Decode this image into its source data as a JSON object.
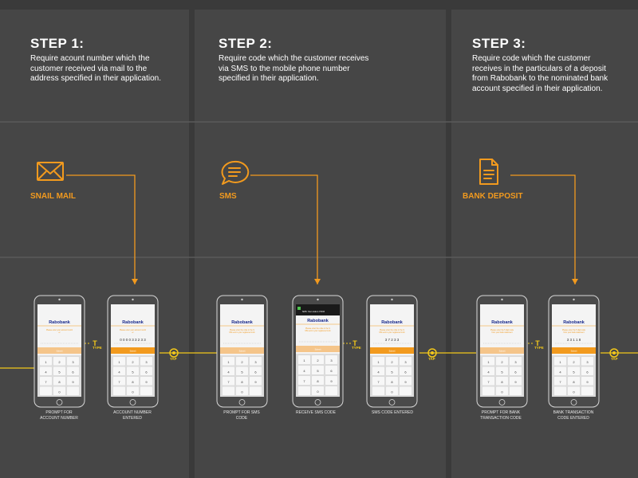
{
  "steps": [
    {
      "title": "STEP 1:",
      "description": [
        "Require acount number which the",
        "customer received via mail to the",
        "address specified in their application."
      ],
      "category": "SNAIL MAIL",
      "icon": "envelope-icon"
    },
    {
      "title": "STEP 2:",
      "description": [
        "Require code which the customer receives",
        "via SMS to the mobile phone number",
        "specified in their application."
      ],
      "category": "SMS",
      "icon": "chat-bubble-icon"
    },
    {
      "title": "STEP 3:",
      "description": [
        "Require code which the customer",
        "receives in the particulars of a deposit",
        "from Rabobank to the nominated bank",
        "account specified in their application."
      ],
      "category": "BANK DEPOSIT",
      "icon": "document-icon"
    }
  ],
  "phones": [
    {
      "label": [
        "PROMPT FOR",
        "ACCOUNT NUMBER"
      ],
      "prompt": "Please enter your account number",
      "code": "",
      "variant": "prompt"
    },
    {
      "label": [
        "ACCOUNT NUMBER",
        "ENTERED"
      ],
      "prompt": "Please enter your account number",
      "code": "0 0 0 0 3 3 2 3 3",
      "variant": "entered"
    },
    {
      "label": [
        "PROMPT FOR SMS",
        "CODE"
      ],
      "prompt": "Please enter the code in the SMS sent to your registered mobile",
      "code": "",
      "variant": "prompt"
    },
    {
      "label": [
        "RECEIVE SMS CODE"
      ],
      "prompt": "Please enter the code in the SMS sent to your registered mobile",
      "code": "",
      "variant": "sms"
    },
    {
      "label": [
        "SMS CODE ENTERED"
      ],
      "prompt": "Please enter the code in the SMS sent to your registered mobile",
      "code": "3 7 2 3 3",
      "variant": "entered"
    },
    {
      "label": [
        "PROMPT FOR BANK",
        "TRANSACTION CODE"
      ],
      "prompt": "Please enter the 5 digit code from your bank statement",
      "code": "",
      "variant": "prompt"
    },
    {
      "label": [
        "BANK TRANSACTION",
        "CODE ENTERED"
      ],
      "prompt": "Please enter the 5 digit code from your bank statement",
      "code": "3 3 1 1 8",
      "variant": "entered"
    }
  ],
  "phone_ui": {
    "brand": "Rabobank",
    "button": "Submit",
    "keys": [
      "1",
      "2",
      "3",
      "4",
      "5",
      "6",
      "7",
      "8",
      "9",
      "",
      "0",
      ""
    ],
    "sms_notice": "SMS: Your code is 37233"
  },
  "actions": {
    "type": "TYPE",
    "tap": "TAP",
    "type_glyph": "T"
  },
  "colors": {
    "background": "#3a3a3a",
    "panel": "#464646",
    "accent": "#f29a1e",
    "action": "#f3c81a",
    "text": "#ffffff"
  }
}
